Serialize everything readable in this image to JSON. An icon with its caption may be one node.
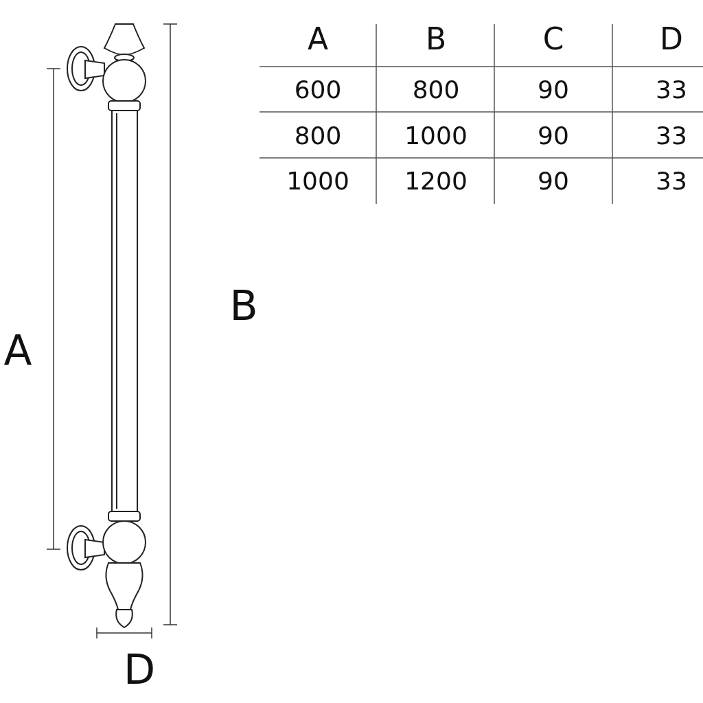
{
  "diagram": {
    "labels": [
      "A",
      "B",
      "C",
      "D",
      "600",
      "800",
      "90",
      "33",
      "800",
      "1000",
      "90",
      "33",
      "1000",
      "1200",
      "90",
      "33",
      "B",
      "A",
      "D"
    ]
  }
}
